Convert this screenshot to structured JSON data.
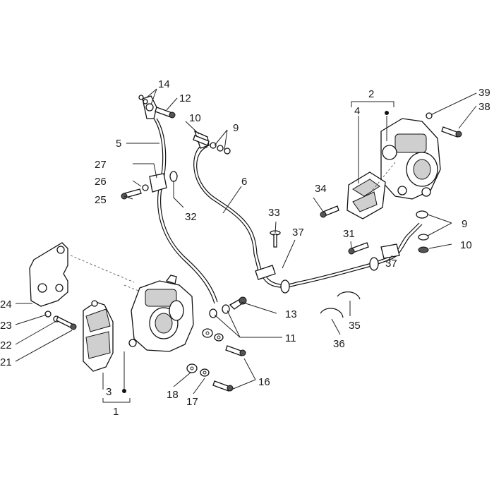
{
  "callouts": [
    {
      "id": "c1",
      "text": "1"
    },
    {
      "id": "c2",
      "text": "2"
    },
    {
      "id": "c3",
      "text": "3"
    },
    {
      "id": "c4",
      "text": "4"
    },
    {
      "id": "c5",
      "text": "5"
    },
    {
      "id": "c6",
      "text": "6"
    },
    {
      "id": "c9a",
      "text": "9"
    },
    {
      "id": "c9b",
      "text": "9"
    },
    {
      "id": "c10a",
      "text": "10"
    },
    {
      "id": "c10b",
      "text": "10"
    },
    {
      "id": "c11",
      "text": "11"
    },
    {
      "id": "c12",
      "text": "12"
    },
    {
      "id": "c13",
      "text": "13"
    },
    {
      "id": "c14",
      "text": "14"
    },
    {
      "id": "c16",
      "text": "16"
    },
    {
      "id": "c17",
      "text": "17"
    },
    {
      "id": "c18",
      "text": "18"
    },
    {
      "id": "c21",
      "text": "21"
    },
    {
      "id": "c22",
      "text": "22"
    },
    {
      "id": "c23",
      "text": "23"
    },
    {
      "id": "c24",
      "text": "24"
    },
    {
      "id": "c25",
      "text": "25"
    },
    {
      "id": "c26",
      "text": "26"
    },
    {
      "id": "c27",
      "text": "27"
    },
    {
      "id": "c31",
      "text": "31"
    },
    {
      "id": "c32",
      "text": "32"
    },
    {
      "id": "c33",
      "text": "33"
    },
    {
      "id": "c34",
      "text": "34"
    },
    {
      "id": "c35",
      "text": "35"
    },
    {
      "id": "c36",
      "text": "36"
    },
    {
      "id": "c37a",
      "text": "37"
    },
    {
      "id": "c37b",
      "text": "37"
    },
    {
      "id": "c38",
      "text": "38"
    },
    {
      "id": "c39",
      "text": "39"
    }
  ]
}
